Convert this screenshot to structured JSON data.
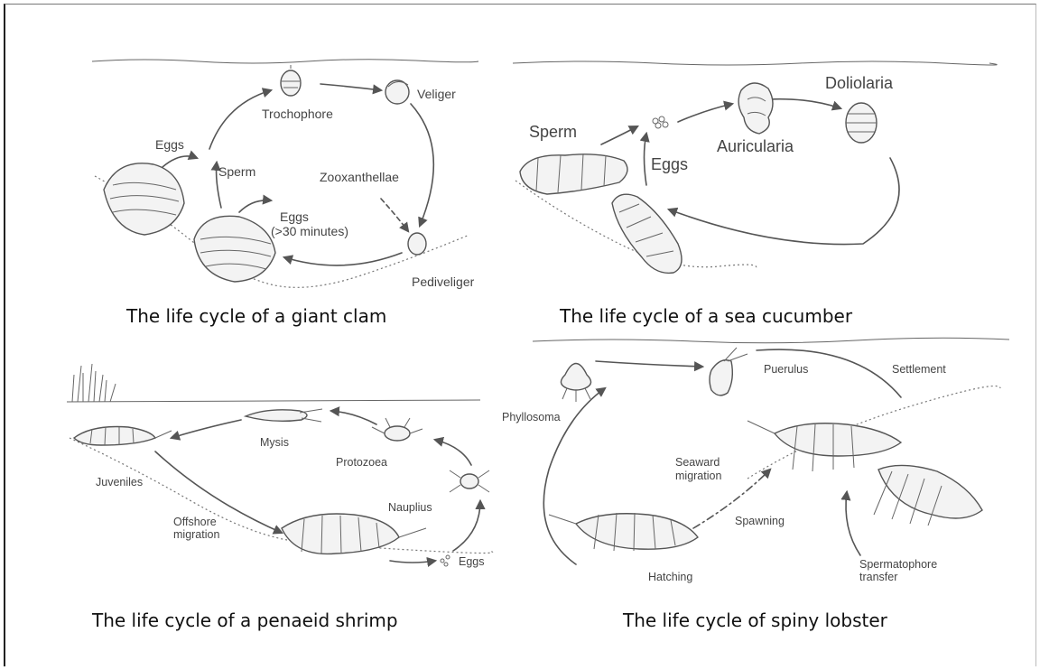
{
  "panels": {
    "clam": {
      "caption": "The life cycle of a giant clam",
      "labels": {
        "trochophore": "Trochophore",
        "veliger": "Veliger",
        "eggs": "Eggs",
        "sperm": "Sperm",
        "zooxanthellae": "Zooxanthellae",
        "eggs2": "Eggs",
        "minutes": "(>30 minutes)",
        "pediveliger": "Pediveliger"
      }
    },
    "cucumber": {
      "caption": "The life cycle of a sea cucumber",
      "labels": {
        "doliolaria": "Doliolaria",
        "sperm": "Sperm",
        "eggs": "Eggs",
        "auricularia": "Auricularia"
      }
    },
    "shrimp": {
      "caption": "The life cycle of a penaeid shrimp",
      "labels": {
        "mysis": "Mysis",
        "protozoea": "Protozoea",
        "juveniles": "Juveniles",
        "nauplius": "Nauplius",
        "offshore": "Offshore",
        "migration": "migration",
        "eggs": "Eggs"
      }
    },
    "lobster": {
      "caption": "The life cycle of spiny lobster",
      "labels": {
        "puerulus": "Puerulus",
        "settlement": "Settlement",
        "phyllosoma": "Phyllosoma",
        "seaward": "Seaward",
        "migration": "migration",
        "spawning": "Spawning",
        "hatching": "Hatching",
        "spermatophore": "Spermatophore",
        "transfer": "transfer"
      }
    }
  }
}
